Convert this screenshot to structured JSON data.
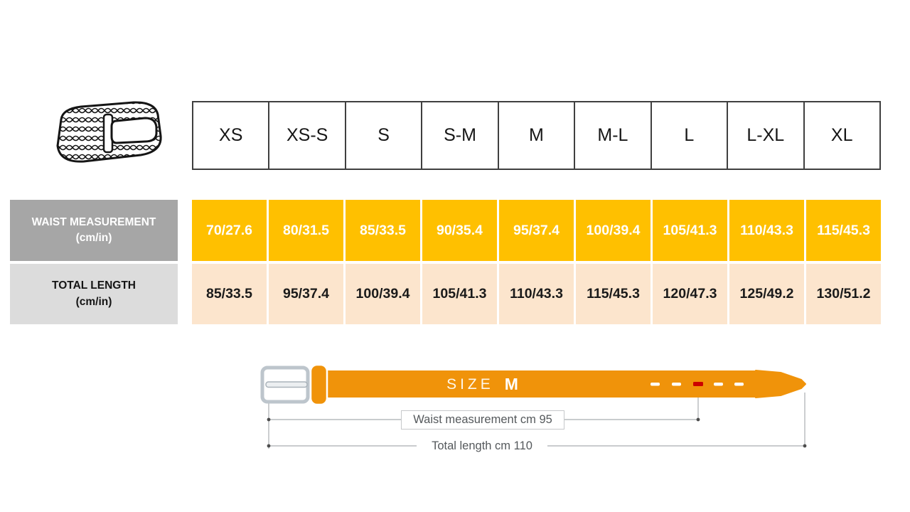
{
  "product_image": {
    "name": "braided-belt-drawing"
  },
  "size_table": {
    "sizes": [
      "XS",
      "XS-S",
      "S",
      "S-M",
      "M",
      "M-L",
      "L",
      "L-XL",
      "XL"
    ],
    "waist_row": {
      "label": "WAIST MEASUREMENT",
      "label_unit": "(cm/in)",
      "values": [
        "70/27.6",
        "80/31.5",
        "85/33.5",
        "90/35.4",
        "95/37.4",
        "100/39.4",
        "105/41.3",
        "110/43.3",
        "115/45.3"
      ]
    },
    "length_row": {
      "label": "TOTAL LENGTH",
      "label_unit": "(cm/in)",
      "values": [
        "85/33.5",
        "95/37.4",
        "100/39.4",
        "105/41.3",
        "110/43.3",
        "115/45.3",
        "120/47.3",
        "125/49.2",
        "130/51.2"
      ]
    }
  },
  "diagram": {
    "size_word": "SIZE",
    "size_value": "M",
    "waist_annotation": "Waist measurement cm 95",
    "length_annotation": "Total length cm 110"
  },
  "colors": {
    "waist_cell_bg": "#FFC000",
    "length_cell_bg": "#FCE5CD",
    "waist_label_bg": "#A6A6A6",
    "length_label_bg": "#DCDCDC",
    "belt_orange": "#F0930A",
    "highlight_hole_red": "#CC0000",
    "header_border": "#3F3F3F"
  },
  "chart_data": {
    "type": "table",
    "columns": [
      "XS",
      "XS-S",
      "S",
      "S-M",
      "M",
      "M-L",
      "L",
      "L-XL",
      "XL"
    ],
    "rows": [
      {
        "label": "WAIST MEASUREMENT (cm/in)",
        "values": [
          "70/27.6",
          "80/31.5",
          "85/33.5",
          "90/35.4",
          "95/37.4",
          "100/39.4",
          "105/41.3",
          "110/43.3",
          "115/45.3"
        ]
      },
      {
        "label": "TOTAL LENGTH (cm/in)",
        "values": [
          "85/33.5",
          "95/37.4",
          "100/39.4",
          "105/41.3",
          "110/43.3",
          "115/45.3",
          "120/47.3",
          "125/49.2",
          "130/51.2"
        ]
      }
    ],
    "annotation_example": {
      "size": "M",
      "waist_cm": 95,
      "total_length_cm": 110
    }
  }
}
